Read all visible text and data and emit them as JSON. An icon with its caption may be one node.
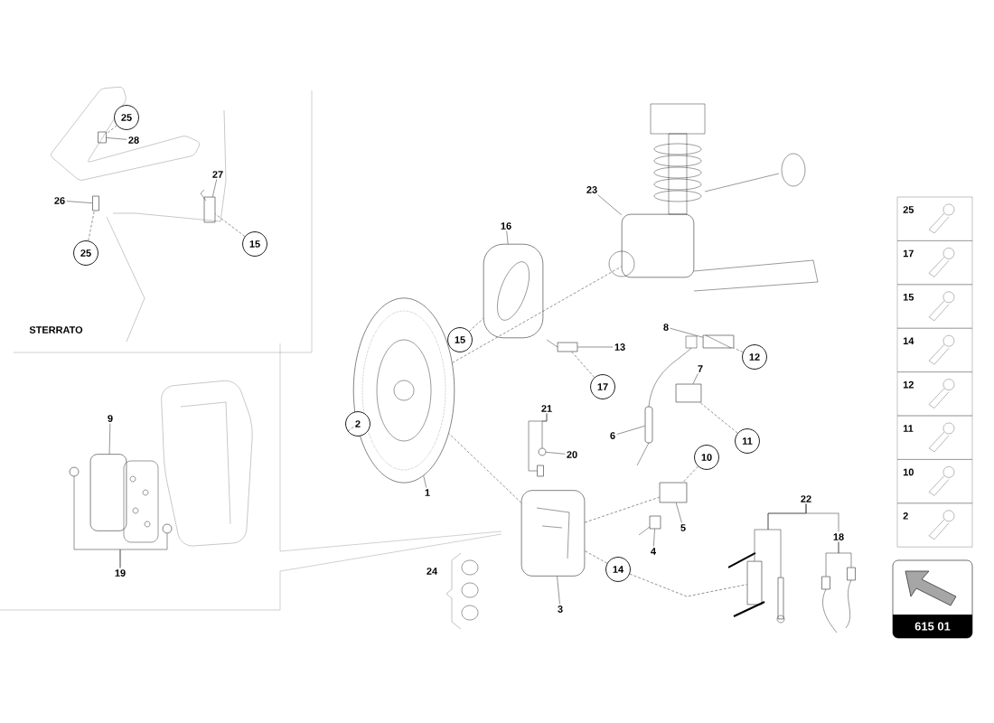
{
  "diagram": {
    "nodes": [
      {
        "text": [
          "25"
        ]
      },
      {
        "text": [
          "28"
        ]
      },
      {
        "text": [],
        "shape": "box"
      },
      {
        "text": [
          "27"
        ]
      },
      {
        "text": [
          "26"
        ]
      },
      {
        "text": [],
        "shape": "box"
      },
      {
        "text": [],
        "shape": "box"
      },
      {
        "text": [
          "25"
        ]
      },
      {
        "text": [
          "15"
        ]
      },
      {
        "text": [
          "16"
        ]
      },
      {
        "text": [],
        "shape": "picture"
      },
      {
        "text": [
          "23"
        ]
      },
      {
        "text": [],
        "shape": "picture"
      },
      {
        "text": [
          "15"
        ]
      },
      {
        "text": [
          "8"
        ]
      },
      {
        "text": [],
        "shape": "picture"
      },
      {
        "text": [
          "13"
        ]
      },
      {
        "text": [],
        "shape": "picture"
      },
      {
        "text": [
          "12"
        ]
      },
      {
        "text": [
          "17"
        ]
      },
      {
        "text": [
          "7"
        ]
      },
      {
        "text": [],
        "shape": "box"
      },
      {
        "text": [],
        "shape": "picture"
      },
      {
        "text": [
          "2"
        ]
      },
      {
        "text": [
          "21"
        ]
      },
      {
        "text": [
          "11"
        ]
      },
      {
        "text": [
          "6"
        ]
      },
      {
        "text": [],
        "shape": "picture"
      },
      {
        "text": [
          "20"
        ]
      },
      {
        "text": [],
        "shape": "picture"
      },
      {
        "text": [],
        "shape": "box"
      },
      {
        "text": [
          "10"
        ]
      },
      {
        "text": [
          "1"
        ]
      },
      {
        "text": [
          "9"
        ]
      },
      {
        "text": [],
        "shape": "picture"
      },
      {
        "text": [],
        "shape": "picture"
      },
      {
        "text": [],
        "shape": "picture"
      },
      {
        "text": [
          "22"
        ]
      },
      {
        "text": [],
        "shape": "box"
      },
      {
        "text": [
          "5"
        ]
      },
      {
        "text": [],
        "shape": "picture"
      },
      {
        "text": [
          "4"
        ]
      },
      {
        "text": [
          "18"
        ]
      },
      {
        "text": [],
        "shape": "picture"
      },
      {
        "text": [
          "19"
        ]
      },
      {
        "text": [
          "14"
        ]
      },
      {
        "text": [],
        "shape": "picture"
      },
      {
        "text": [],
        "shape": "box"
      },
      {
        "text": [],
        "shape": "picture"
      },
      {
        "text": [],
        "shape": "picture"
      },
      {
        "text": [
          "3"
        ]
      }
    ],
    "edges": [
      {
        "from": 0,
        "to": 2,
        "arrow": "none",
        "style": "dashed"
      },
      {
        "from": 1,
        "to": 2,
        "arrow": "none"
      },
      {
        "from": 3,
        "to": 6,
        "arrow": "none"
      },
      {
        "from": 4,
        "to": 5,
        "arrow": "none"
      },
      {
        "from": 7,
        "to": 5,
        "arrow": "none",
        "style": "dashed"
      },
      {
        "from": 8,
        "to": 6,
        "arrow": "none",
        "style": "dashed"
      },
      {
        "from": 9,
        "to": 10,
        "arrow": "none"
      },
      {
        "from": 11,
        "to": 12,
        "arrow": "none"
      },
      {
        "from": 13,
        "to": 10,
        "arrow": "none",
        "style": "dashed"
      },
      {
        "from": 14,
        "to": 15,
        "arrow": "none"
      },
      {
        "from": 16,
        "to": 17,
        "arrow": "none"
      },
      {
        "from": 18,
        "to": 15,
        "arrow": "none",
        "style": "dashed"
      },
      {
        "from": 19,
        "to": 17,
        "arrow": "none",
        "style": "dashed"
      },
      {
        "from": 20,
        "to": 21,
        "arrow": "none"
      },
      {
        "from": 22,
        "to": 12,
        "arrow": "none",
        "style": "dashed"
      },
      {
        "from": 23,
        "to": 22,
        "arrow": "none",
        "style": "dashed"
      },
      {
        "from": 24,
        "to": 29,
        "arrow": "none"
      },
      {
        "from": 24,
        "to": 30,
        "arrow": "none"
      },
      {
        "from": 25,
        "to": 21,
        "arrow": "none",
        "style": "dashed"
      },
      {
        "from": 26,
        "to": 27,
        "arrow": "none"
      },
      {
        "from": 28,
        "to": 29,
        "arrow": "none"
      },
      {
        "from": 31,
        "to": 38,
        "arrow": "none",
        "style": "dashed"
      },
      {
        "from": 32,
        "to": 22,
        "arrow": "none"
      },
      {
        "from": 33,
        "to": 34,
        "arrow": "none"
      },
      {
        "from": 39,
        "to": 38,
        "arrow": "none"
      },
      {
        "from": 41,
        "to": 40,
        "arrow": "none"
      },
      {
        "from": 44,
        "to": 35,
        "arrow": "none"
      },
      {
        "from": 44,
        "to": 36,
        "arrow": "none"
      },
      {
        "from": 37,
        "to": 46,
        "arrow": "none"
      },
      {
        "from": 37,
        "to": 47,
        "arrow": "none"
      },
      {
        "from": 37,
        "to": 42,
        "arrow": "none"
      },
      {
        "from": 42,
        "to": 48,
        "arrow": "none"
      },
      {
        "from": 42,
        "to": 49,
        "arrow": "none"
      },
      {
        "from": 45,
        "to": 43,
        "arrow": "none",
        "style": "dashed"
      },
      {
        "from": 45,
        "to": 46,
        "arrow": "none",
        "style": "dashed"
      },
      {
        "from": 43,
        "to": 22,
        "arrow": "none",
        "style": "dashed"
      },
      {
        "from": 43,
        "to": 38,
        "arrow": "none",
        "style": "dashed"
      },
      {
        "from": 50,
        "to": 43,
        "arrow": "none"
      }
    ],
    "labels": [
      "STERRATO",
      "24",
      "25",
      "17",
      "15",
      "14",
      "12",
      "11",
      "10",
      "2",
      "615 01"
    ]
  }
}
